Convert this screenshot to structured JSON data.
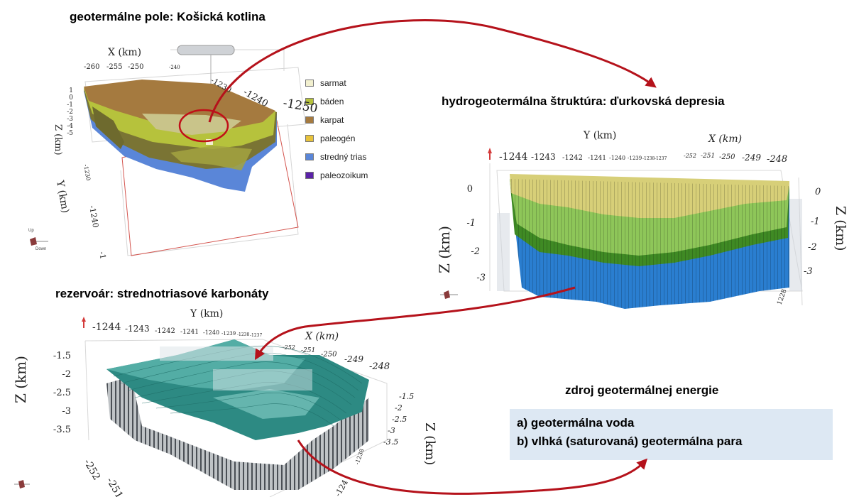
{
  "titles": {
    "field": "geotermálne pole: Košická kotlina",
    "structure": "hydrogeotermálna štruktúra: ďurkovská depresia",
    "reservoir": "rezervoár: strednotriasové karbonáty",
    "source": "zdroj geotermálnej energie"
  },
  "source_items": [
    "a)  geotermálna voda",
    "b)  vlhká (saturovaná) geotermálna para"
  ],
  "legend": [
    {
      "label": "sarmat",
      "color": "#f2f0cf"
    },
    {
      "label": "báden",
      "color": "#b6c23c"
    },
    {
      "label": "karpat",
      "color": "#a57a3f"
    },
    {
      "label": "paleogén",
      "color": "#e7c23b"
    },
    {
      "label": "stredný trias",
      "color": "#5a86d8"
    },
    {
      "label": "paleozoikum",
      "color": "#5b22a8"
    }
  ],
  "panel1": {
    "x_axis_title": "X (km)",
    "x_ticks": [
      "-260",
      "-255",
      "-250",
      "-240",
      "-1230",
      "-1240",
      "-1250"
    ],
    "z_axis_title": "Z (km)",
    "z_ticks": [
      "1",
      "0",
      "-1",
      "-2",
      "-3",
      "-4",
      "-5"
    ],
    "y_axis_title": "Y (km)",
    "y_ticks": [
      "-1230",
      "-1240",
      "-1"
    ]
  },
  "panel2": {
    "y_axis_title": "Y (km)",
    "y_ticks": [
      "-1244",
      "-1243",
      "-1242",
      "-1241",
      "-1240",
      "-1239",
      "-1238",
      "-1237"
    ],
    "x_axis_title": "X (km)",
    "x_ticks": [
      "-252",
      "-251",
      "-250",
      "-249",
      "-248"
    ],
    "z_axis_title": "Z (km)",
    "z_ticks": [
      "0",
      "-1",
      "-2",
      "-3"
    ],
    "z_ticks_right": [
      "0",
      "-1",
      "-2",
      "-3"
    ],
    "extra_tick": "1228"
  },
  "panel3": {
    "y_axis_title": "Y (km)",
    "y_ticks": [
      "-1244",
      "-1243",
      "-1242",
      "-1241",
      "-1240",
      "-1239",
      "-1238",
      "-1237"
    ],
    "x_axis_title": "X (km)",
    "x_ticks": [
      "-252",
      "-251",
      "-250",
      "-249",
      "-248"
    ],
    "z_axis_title": "Z (km)",
    "z_ticks": [
      "-1.5",
      "-2",
      "-2.5",
      "-3",
      "-3.5"
    ],
    "z_ticks_right": [
      "-1.5",
      "-2",
      "-2.5",
      "-3",
      "-3.5"
    ],
    "bottom_ticks": [
      "-252",
      "-251"
    ],
    "extra_ticks": [
      "-1238",
      "-124"
    ]
  },
  "orientation": {
    "up": "Up",
    "down": "Down"
  },
  "colors": {
    "arrow": "#b5121b",
    "box": "#dde8f3"
  }
}
